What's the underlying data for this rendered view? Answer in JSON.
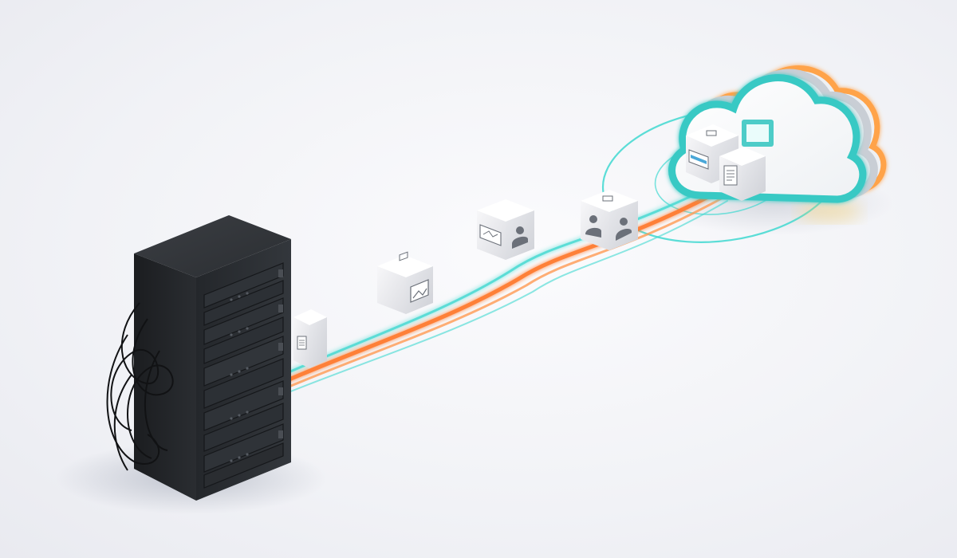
{
  "scene": {
    "description_free": true,
    "colors": {
      "background": "#f3f4f7",
      "server_body": "#2a2d31",
      "server_top": "#3a3d41",
      "stream_orange": "#ff7a2e",
      "stream_cyan": "#3fd8d0",
      "cube_face": "#f2f2f4",
      "cloud_teal": "#39c9c4",
      "cloud_orange": "#ffa34a"
    },
    "objects": [
      {
        "name": "server-rack",
        "icon": "server-rack-icon"
      },
      {
        "name": "data-stream",
        "icon": "cable-stream"
      },
      {
        "name": "data-cube-1",
        "icon": "document-icon"
      },
      {
        "name": "data-cube-2",
        "icon": "image-icon"
      },
      {
        "name": "data-cube-3",
        "icon": "user-icon"
      },
      {
        "name": "data-cube-4",
        "icon": "user-icon"
      },
      {
        "name": "data-cube-5",
        "icon": "image-icon"
      },
      {
        "name": "data-cube-6",
        "icon": "document-icon"
      },
      {
        "name": "cloud",
        "icon": "cloud-icon"
      }
    ]
  }
}
